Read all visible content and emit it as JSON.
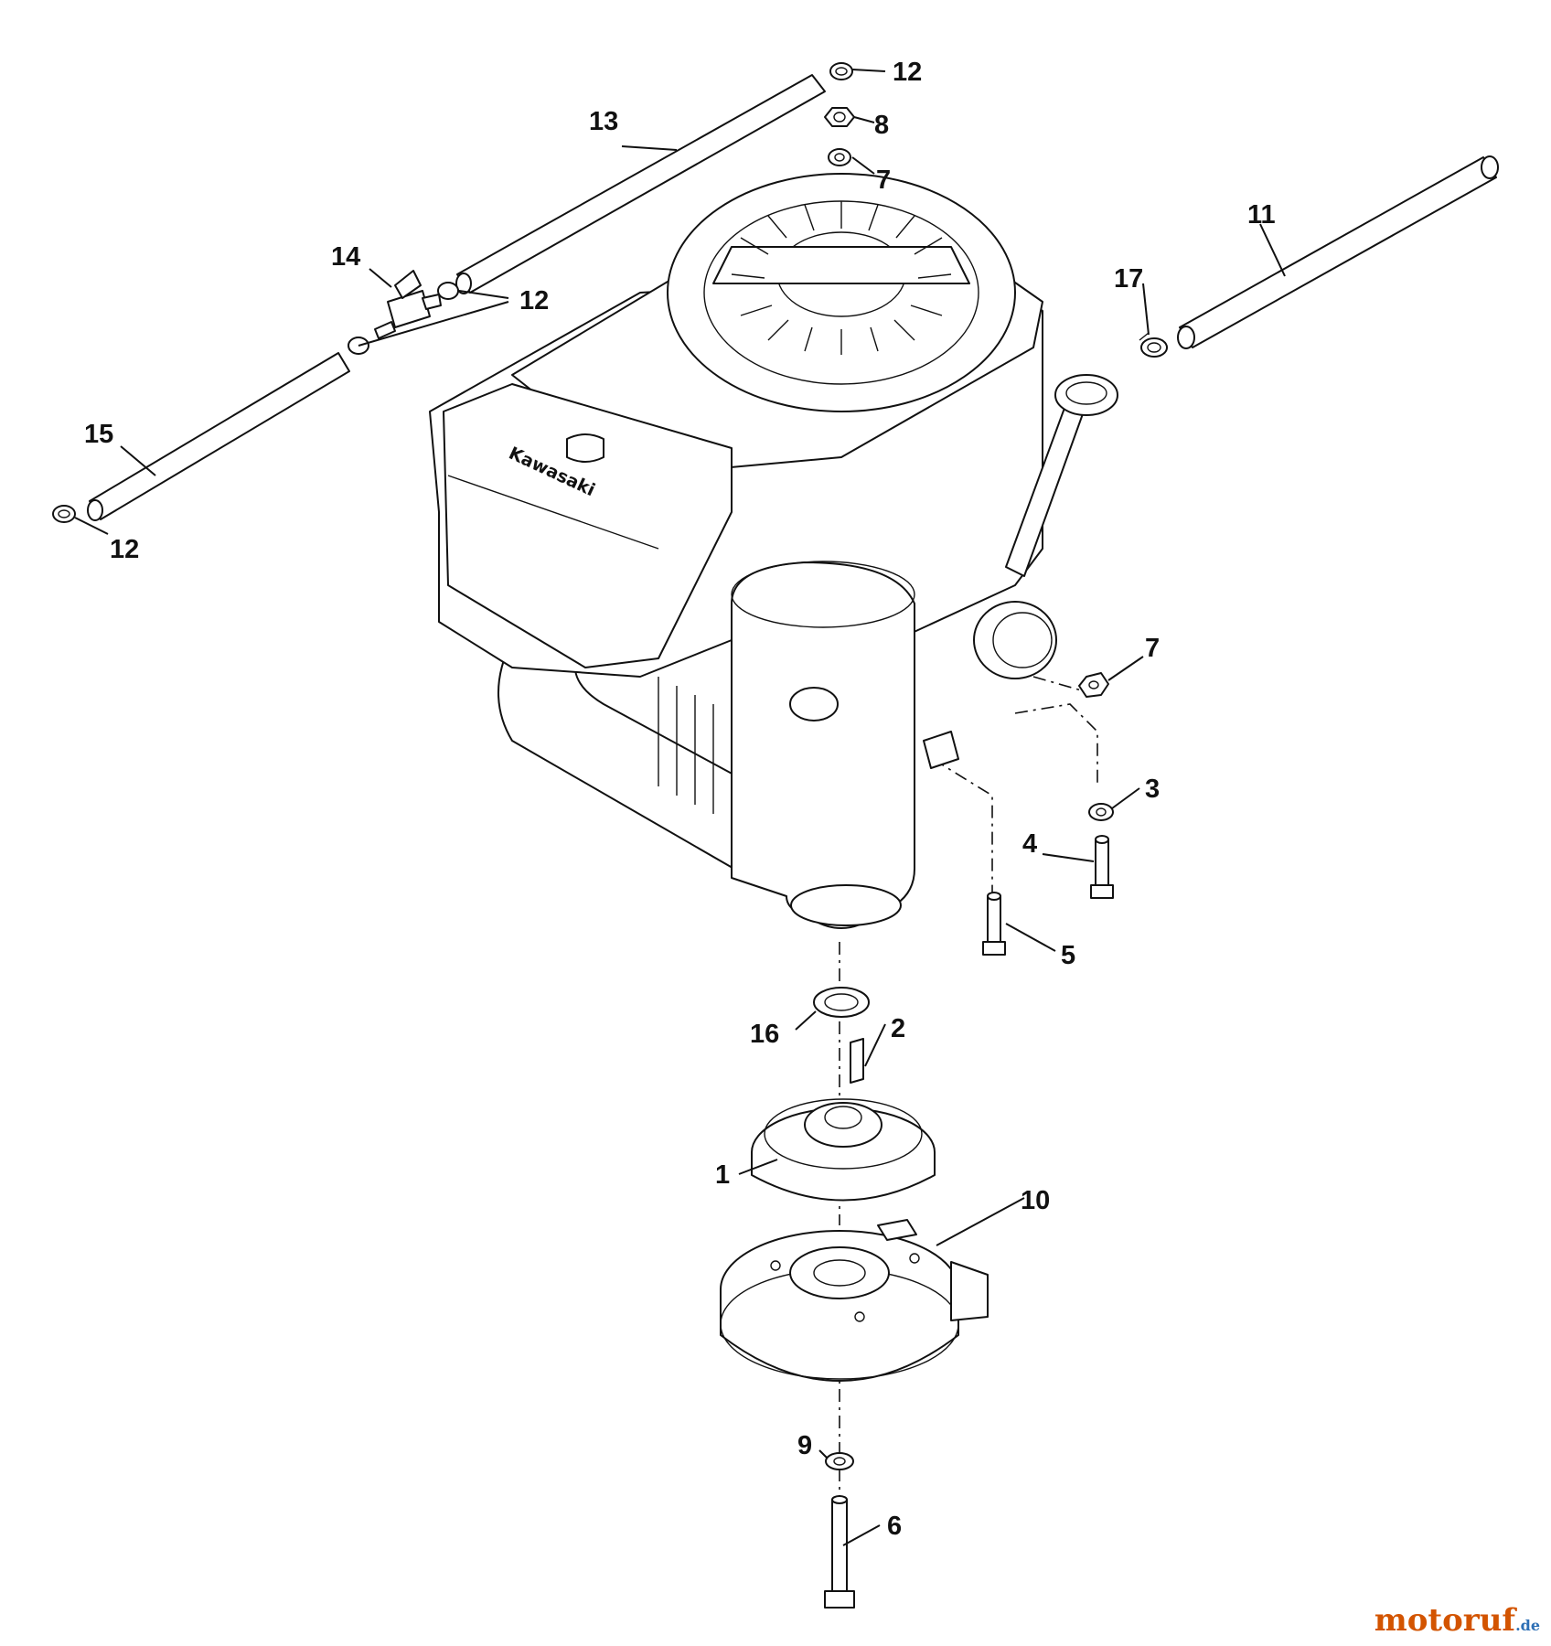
{
  "engine_brand": "Kawasaki",
  "callouts": {
    "c1": "1",
    "c2": "2",
    "c3": "3",
    "c4": "4",
    "c5": "5",
    "c6": "6",
    "c7a": "7",
    "c7b": "7",
    "c8": "8",
    "c9": "9",
    "c10": "10",
    "c11": "11",
    "c12a": "12",
    "c12b": "12",
    "c12c": "12",
    "c13": "13",
    "c14": "14",
    "c15": "15",
    "c16": "16",
    "c17": "17"
  },
  "watermark": {
    "main": "motoruf",
    "tld": ".de"
  }
}
